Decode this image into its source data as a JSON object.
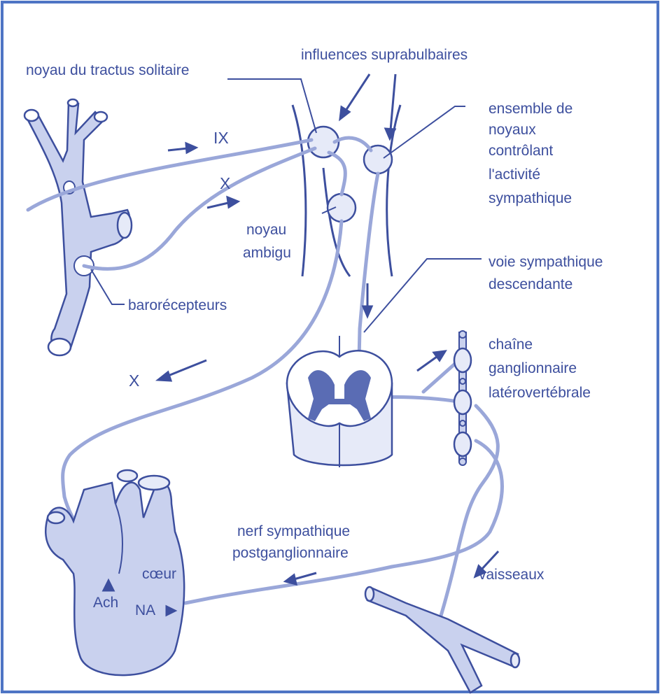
{
  "colors": {
    "frame": "#4e74c4",
    "ink": "#3d4f9e",
    "fill": "#c9d1ee",
    "fill_light": "#e6eaf8",
    "fill_dark": "#5a6cb4",
    "nerve": "#9aa7d9"
  },
  "labels": {
    "noyau_tractus": "noyau du tractus solitaire",
    "influences": "influences suprabulbaires",
    "ensemble": [
      "ensemble de",
      "noyaux",
      "contrôlant",
      "l'activité",
      "sympathique"
    ],
    "ix": "IX",
    "x_upper": "X",
    "noyau_ambigu": [
      "noyau",
      "ambigu"
    ],
    "barorecepteurs": "barorécepteurs",
    "voie": [
      "voie sympathique",
      "descendante"
    ],
    "chaine": [
      "chaîne",
      "ganglionnaire",
      "latérovertébrale"
    ],
    "x_lower": "X",
    "nerf": [
      "nerf sympathique",
      "postganglionnaire"
    ],
    "coeur": "cœur",
    "ach": "Ach",
    "na": "NA",
    "vaisseaux": "vaisseaux"
  }
}
